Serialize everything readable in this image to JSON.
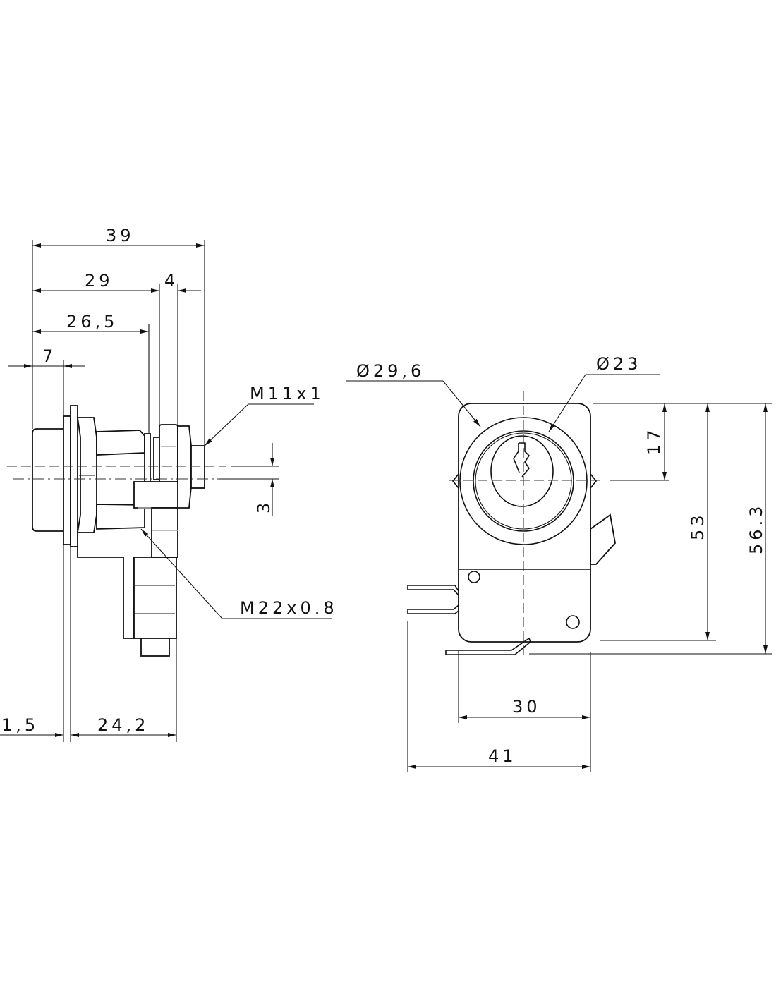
{
  "drawing": {
    "side_view": {
      "dimensions": {
        "overall_length": "39",
        "to_panel": "29",
        "nut_width": "4",
        "to_collar": "26,5",
        "cap_depth": "7",
        "thread_small": "M11x1",
        "offset": "3",
        "thread_large": "M22x0.8",
        "flange": "1,5",
        "rear_depth": "24,2"
      }
    },
    "front_view": {
      "dimensions": {
        "outer_diameter": "Ø29,6",
        "inner_diameter": "Ø23",
        "center_height": "17",
        "body_height": "53",
        "overall_height": "56.3",
        "body_width": "30",
        "overall_width": "41"
      }
    },
    "line_color": "#111111"
  }
}
